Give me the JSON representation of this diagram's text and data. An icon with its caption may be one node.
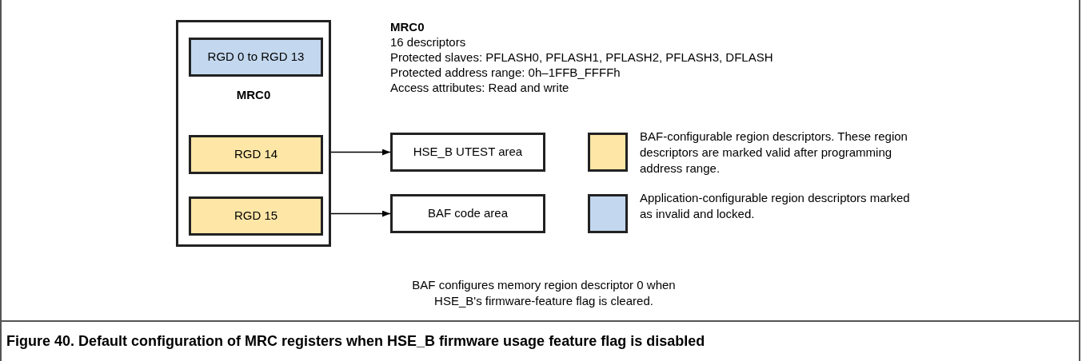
{
  "diagram": {
    "caption": "Figure 40. Default configuration of MRC registers when HSE_B firmware usage feature flag is disabled",
    "nodes": [
      {
        "text": [
          "MRC0"
        ]
      },
      {
        "text": [
          "RGD 0 to RGD 13"
        ],
        "in": 0
      },
      {
        "text": [
          "RGD 14"
        ],
        "in": 0
      },
      {
        "text": [
          "RGD 15"
        ],
        "in": 0
      },
      {
        "text": [
          "HSE_B UTEST area"
        ]
      },
      {
        "text": [
          "BAF code area"
        ]
      }
    ],
    "edges": [
      {
        "from": 2,
        "to": 4,
        "arrow": "to"
      },
      {
        "from": 3,
        "to": 5,
        "arrow": "to"
      }
    ],
    "labels": [
      "MRC0",
      "16 descriptors",
      "Protected slaves: PFLASH0, PFLASH1, PFLASH2, PFLASH3, DFLASH",
      "Protected address range: 0h–1FFB_FFFFh",
      "Access attributes: Read and write",
      "BAF configures memory region descriptor 0 when HSE_B's firmware-feature flag is cleared."
    ],
    "legend": [
      {
        "text": "BAF-configurable region descriptors. These region descriptors are marked valid after programming address range.",
        "color": "#fde6a6"
      },
      {
        "text": "Application-configurable region descriptors marked as invalid and locked.",
        "color": "#c3d8ef"
      }
    ]
  }
}
